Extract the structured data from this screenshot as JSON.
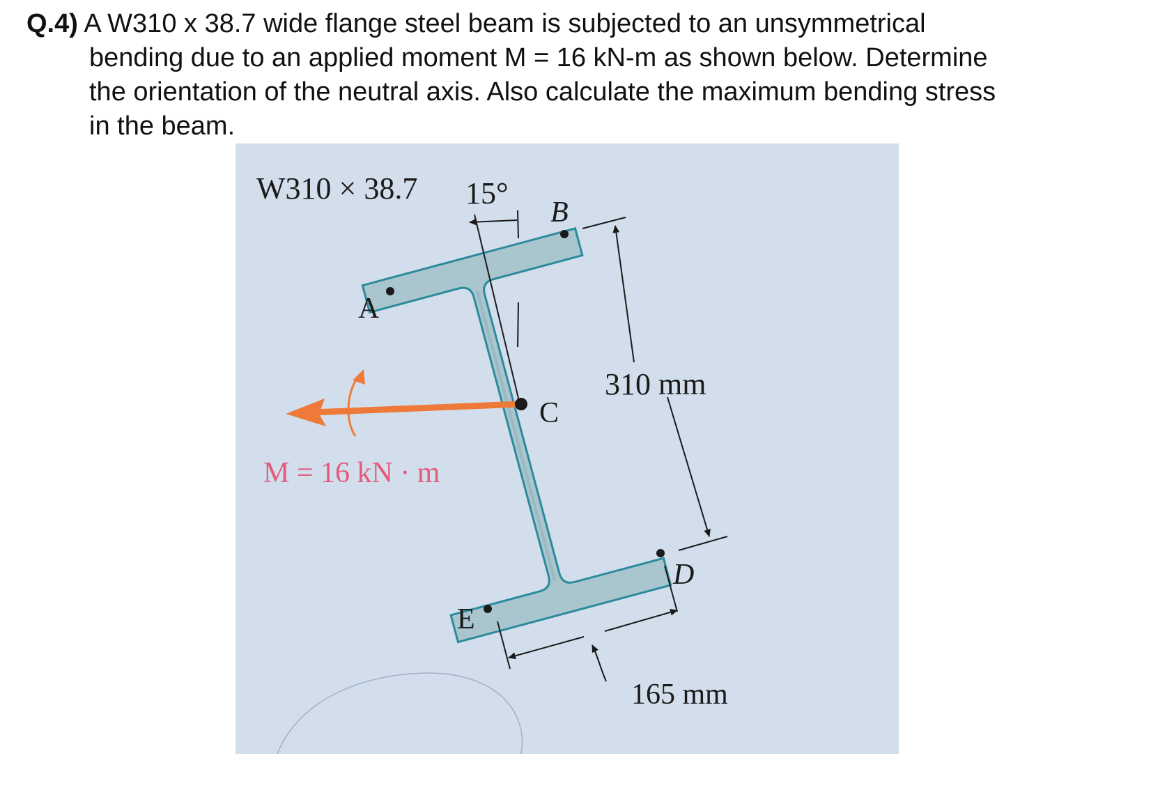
{
  "question": {
    "label": "Q.4)",
    "lines": [
      "A W310 x 38.7 wide flange steel beam is subjected to an unsymmetrical",
      "bending due to an applied moment M = 16 kN-m as shown below. Determine",
      "the orientation of the neutral axis. Also calculate the maximum bending stress",
      "in the beam."
    ]
  },
  "figure": {
    "section_label": "W310 × 38.7",
    "angle_label": "15°",
    "point_labels": {
      "a": "A",
      "b": "B",
      "c": "C",
      "d": "D",
      "e": "E"
    },
    "depth_label": "310 mm",
    "width_label": "165 mm",
    "moment_label": "M = 16 kN · m",
    "colors": {
      "background": "#d3deec",
      "section_fill": "#a9c6cf",
      "section_outline": "#2b8a9c",
      "moment_arrow": "#ee7a3a",
      "moment_label": "#e35a7a"
    }
  }
}
